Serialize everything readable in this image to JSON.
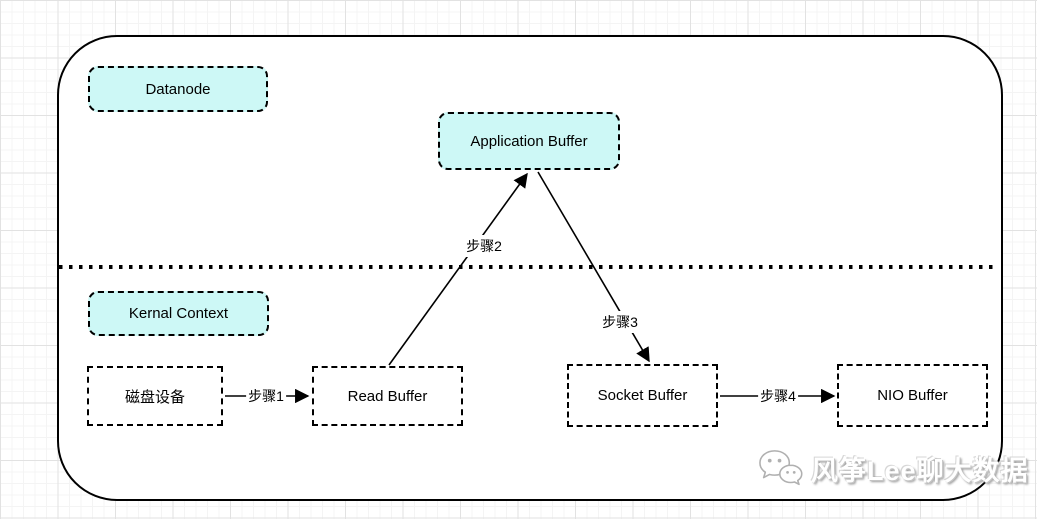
{
  "diagram": {
    "nodes": {
      "datanode": {
        "label": "Datanode",
        "type": "zone-label"
      },
      "kernal_context": {
        "label": "Kernal Context",
        "type": "zone-label"
      },
      "application_buffer": {
        "label": "Application Buffer"
      },
      "disk_device": {
        "label": "磁盘设备"
      },
      "read_buffer": {
        "label": "Read Buffer"
      },
      "socket_buffer": {
        "label": "Socket Buffer"
      },
      "nio_buffer": {
        "label": "NIO Buffer"
      }
    },
    "edges": {
      "step1": {
        "label": "步骤1",
        "from": "disk_device",
        "to": "read_buffer"
      },
      "step2": {
        "label": "步骤2",
        "from": "read_buffer",
        "to": "application_buffer"
      },
      "step3": {
        "label": "步骤3",
        "from": "application_buffer",
        "to": "socket_buffer"
      },
      "step4": {
        "label": "步骤4",
        "from": "socket_buffer",
        "to": "nio_buffer"
      }
    },
    "colors": {
      "highlight_fill": "#cdf8f6",
      "box_fill": "#ffffff",
      "stroke": "#000000"
    }
  },
  "watermark": {
    "text": "风筝Lee聊大数据",
    "icon": "wechat-logo-icon"
  }
}
